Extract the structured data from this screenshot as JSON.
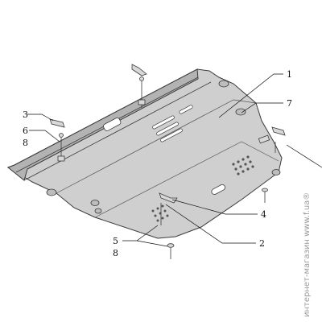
{
  "diagram": {
    "callouts": {
      "c1": "1",
      "c7": "7",
      "c3": "3",
      "c6": "6",
      "c8a": "8",
      "c4": "4",
      "c2": "2",
      "c5": "5",
      "c8b": "8"
    },
    "watermark": "интернет-магазин www.f.ua®",
    "colors": {
      "plate": "#cfcfcf",
      "plate_dark": "#b3b3b3",
      "stroke": "#3a3a3a"
    }
  }
}
